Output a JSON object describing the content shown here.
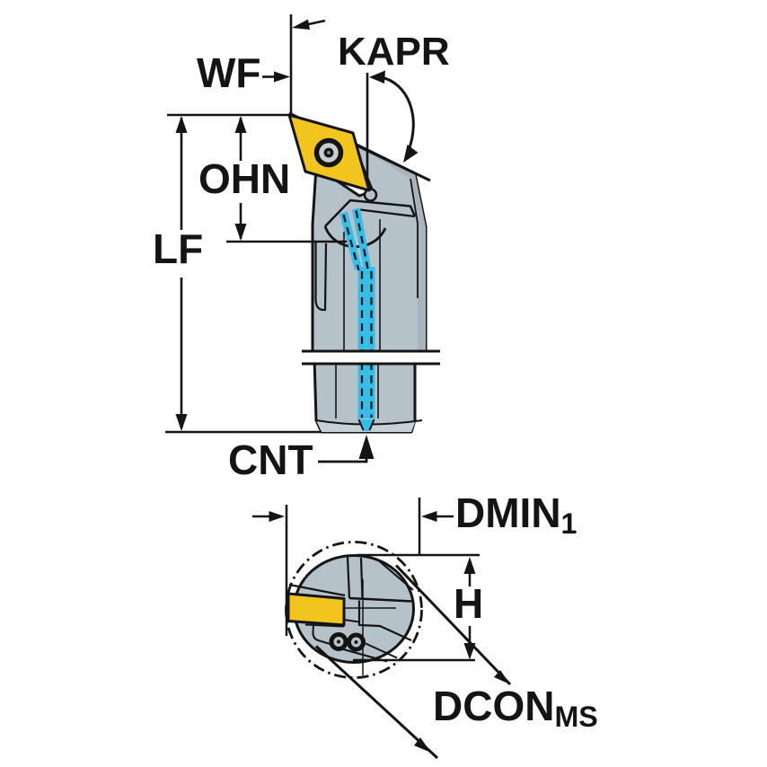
{
  "views": {
    "side_view": {
      "labels": {
        "wf": "WF",
        "kapr": "KAPR",
        "ohn": "OHN",
        "lf": "LF",
        "cnt": "CNT"
      }
    },
    "end_view": {
      "labels": {
        "dmin": "DMIN",
        "dmin_sub": "1",
        "h": "H",
        "dcon": "DCON",
        "dcon_sub": "MS"
      }
    }
  },
  "colors": {
    "body": "#b6c2ca",
    "body_shade": "#a7b4bd",
    "body_light": "#c6d0d7",
    "insert": "#f2c41e",
    "coolant": "#38bce8",
    "line": "#141414",
    "background": "#ffffff"
  }
}
